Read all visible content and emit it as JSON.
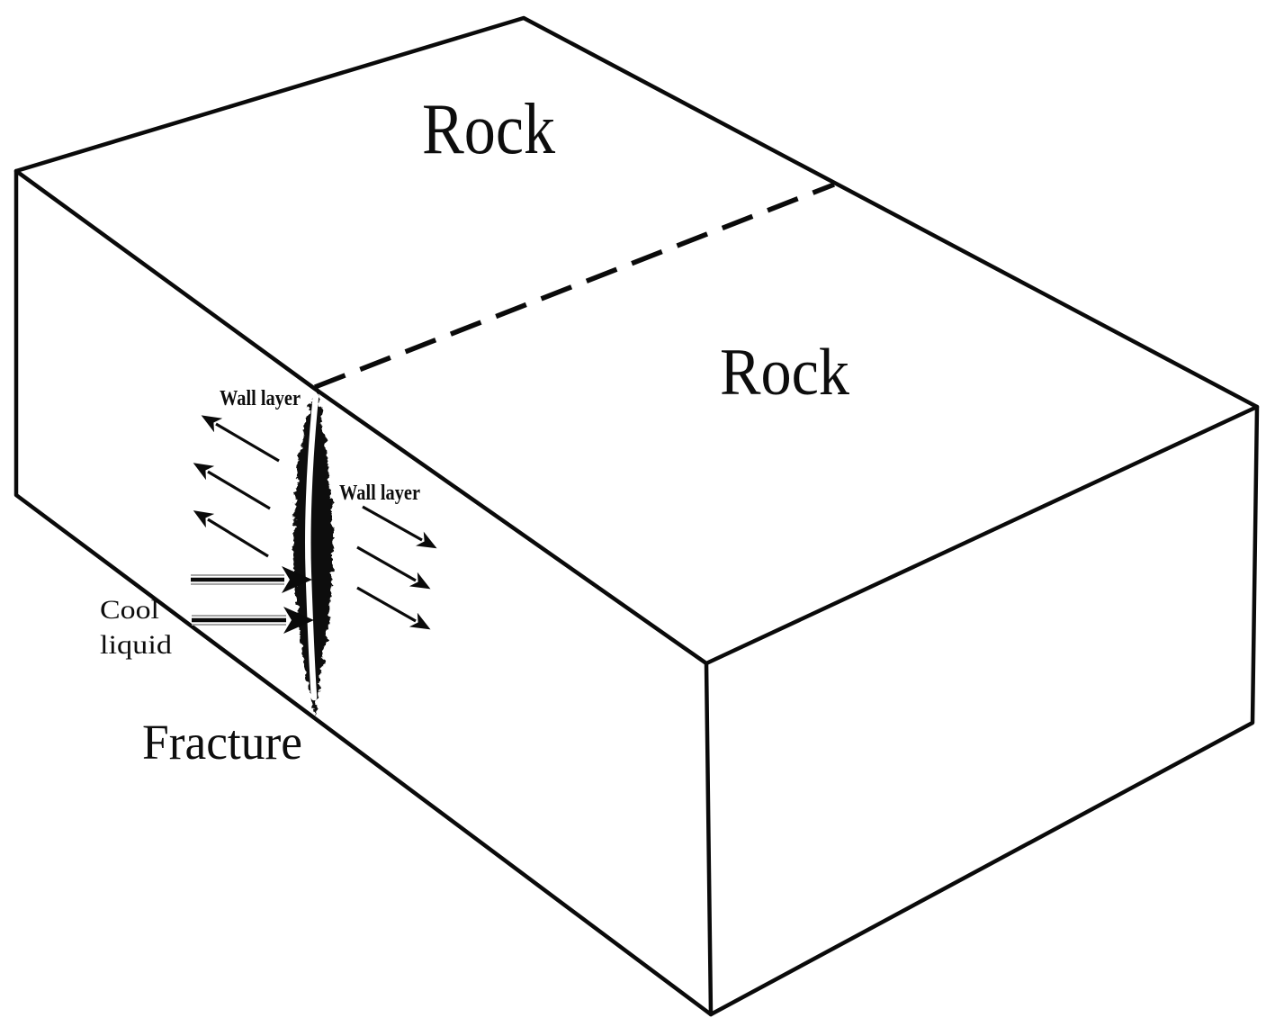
{
  "diagram": {
    "labels": {
      "rock_top": "Rock",
      "rock_right": "Rock",
      "wall_layer_left": "Wall layer",
      "wall_layer_right": "Wall layer",
      "cool_line1": "Cool",
      "cool_line2": "liquid",
      "fracture": "Fracture"
    },
    "colors": {
      "ink": "#0a0a0a",
      "background": "#ffffff",
      "arrow_halo": "#a6a6a6"
    }
  }
}
